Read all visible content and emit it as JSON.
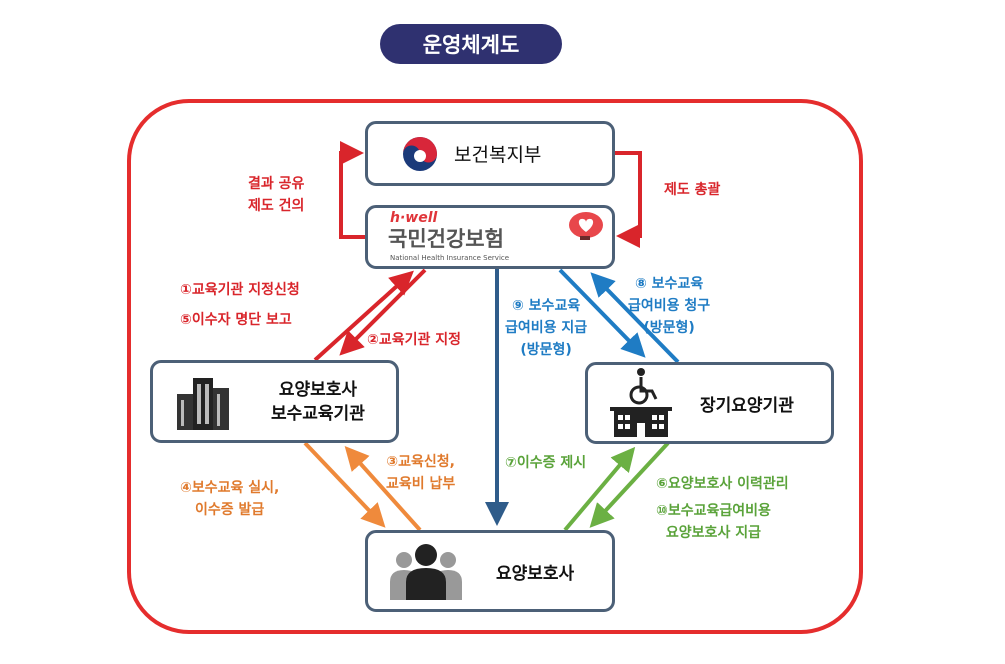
{
  "title": "운영체계도",
  "nodes": {
    "ministry": "보건복지부",
    "nhis": {
      "brand": "h·well",
      "name": "국민건강보험",
      "english": "National Health Insurance Service"
    },
    "training_institution": [
      "요양보호사",
      "보수교육기관"
    ],
    "ltc_institution": "장기요양기관",
    "caregiver": "요양보호사"
  },
  "flows": {
    "feedback": [
      "결과 공유",
      "제도 건의"
    ],
    "oversight": "제도 총괄",
    "step1": "①교육기관 지정신청",
    "step5": "⑤이수자 명단 보고",
    "step2": "②교육기관 지정",
    "step3": [
      "③교육신청,",
      "교육비 납부"
    ],
    "step4": [
      "④보수교육 실시,",
      "이수증 발급"
    ],
    "step7": "⑦이수증 제시",
    "step6": "⑥요양보호사 이력관리",
    "step10": [
      "⑩보수교육급여비용",
      "요양보호사 지급"
    ],
    "step8": [
      "⑧ 보수교육",
      "급여비용 청구",
      "(방문형)"
    ],
    "step9": [
      "⑨ 보수교육",
      "급여비용 지급",
      "(방문형)"
    ]
  },
  "colors": {
    "red": "#d9252b",
    "navy": "#2f5c8a",
    "blue": "#1f7cc4",
    "orange": "#ef8a3c",
    "green": "#6bb043",
    "title_bg": "#2f3170"
  }
}
